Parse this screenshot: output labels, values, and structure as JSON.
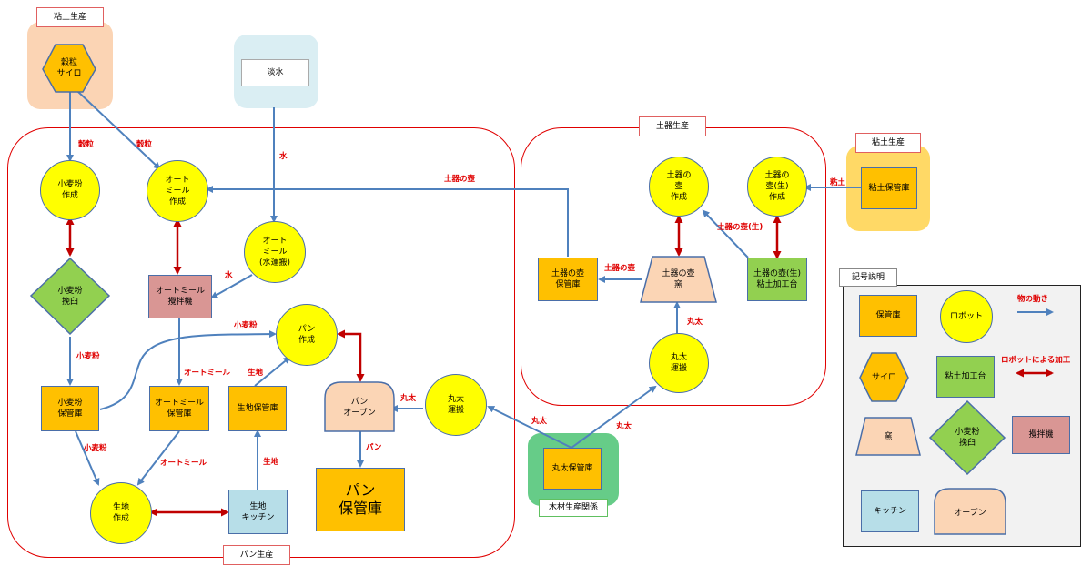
{
  "regions": {
    "bread": "パン生産",
    "pottery": "土器生産",
    "clay_left": "粘土生産",
    "clay_right": "粘土生産",
    "wood": "木材生産関係",
    "legend": "記号説明"
  },
  "nodes": {
    "grain_silo": "穀粒\nサイロ",
    "fresh_water": "淡水",
    "flour_make": "小麦粉\n作成",
    "oatmeal_make": "オート\nミール\n作成",
    "oatmeal_water": "オート\nミール\n(水運搬)",
    "flour_mill": "小麦粉\n挽臼",
    "oatmeal_mixer": "オートミール\n攪拌機",
    "bread_make": "パン\n作成",
    "flour_storage": "小麦粉\n保管庫",
    "oatmeal_storage": "オートミール\n保管庫",
    "dough_storage": "生地保管庫",
    "bread_oven": "パン\nオーブン",
    "log_transport_left": "丸太\n運搬",
    "dough_make": "生地\n作成",
    "dough_kitchen": "生地\nキッチン",
    "bread_storage": "パン\n保管庫",
    "pot_make": "土器の\n壺\n作成",
    "raw_pot_make": "土器の\n壺(生)\n作成",
    "clay_storage": "粘土保管庫",
    "pot_storage": "土器の壺\n保管庫",
    "pot_kiln": "土器の壺\n窯",
    "raw_pot_bench": "土器の壺(生)\n粘土加工台",
    "log_transport_right": "丸太\n運搬",
    "log_storage": "丸太保管庫"
  },
  "edge_labels": {
    "grain_1": "穀粒",
    "grain_2": "穀粒",
    "water_1": "水",
    "water_2": "水",
    "pot_long": "土器の壺",
    "clay": "粘土",
    "raw_pot": "土器の壺(生)",
    "pot_short": "土器の壺",
    "log_up": "丸太",
    "flour_up": "小麦粉",
    "flour_mid": "小麦粉",
    "flour_low": "小麦粉",
    "oat_mid": "オートミール",
    "oat_low": "オートミール",
    "dough_up": "生地",
    "dough_low": "生地",
    "log_in": "丸太",
    "log_out1": "丸太",
    "log_out2": "丸太",
    "bread_out": "パン"
  },
  "legend": {
    "storage": "保管庫",
    "robot": "ロボット",
    "silo": "サイロ",
    "clay_bench": "粘土加工台",
    "kiln": "窯",
    "mill": "小麦粉\n挽臼",
    "mixer": "攪拌機",
    "kitchen": "キッチン",
    "oven": "オーブン",
    "move": "物の動き",
    "robot_process": "ロボットによる加工"
  },
  "colors": {
    "robot": "#ffff00",
    "storage": "#ffc000",
    "arrow_blue": "#4f81bd",
    "arrow_red": "#c00000",
    "region_red": "#e00000",
    "mill_green": "#92d050",
    "kiln_peach": "#fbd5b5",
    "kitchen_blue": "#b7dee8",
    "mixer_pink": "#d99694",
    "clay_orange_bg": "#fbd4b4",
    "clay_yellow_bg": "#ffd966",
    "water_bg": "#daeef3",
    "wood_bg": "#66cc88"
  }
}
